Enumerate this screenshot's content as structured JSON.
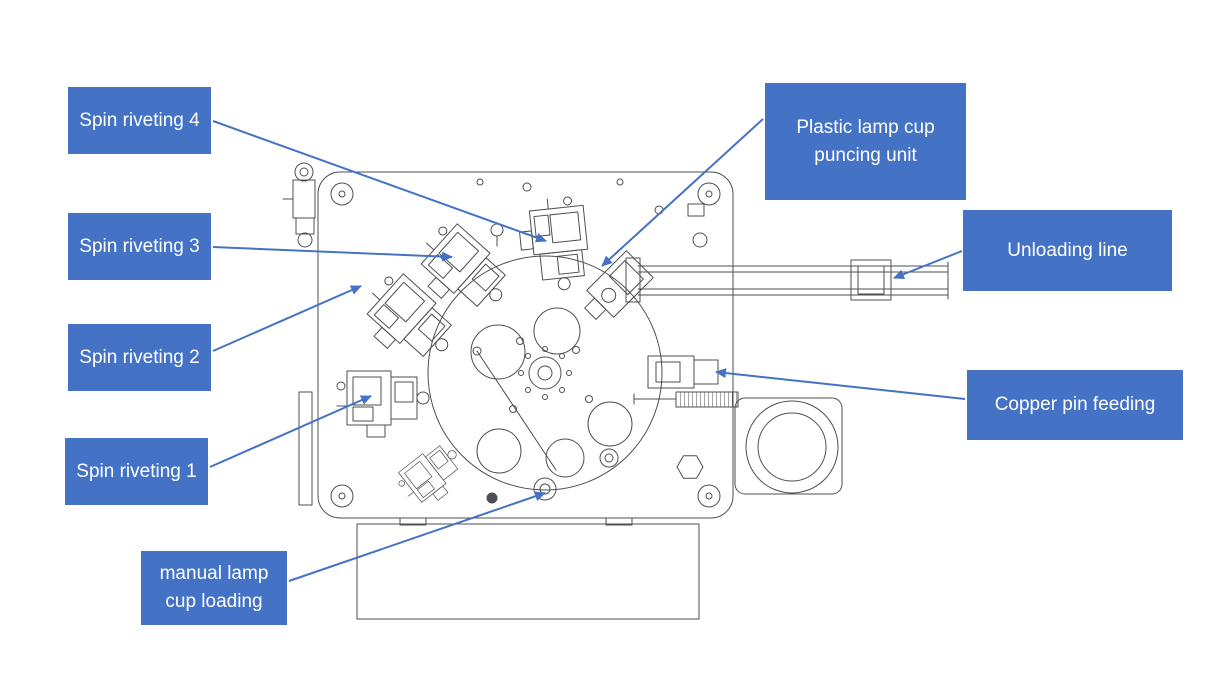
{
  "colors": {
    "label_bg": "#4472c4",
    "label_text": "#ffffff",
    "arrow_color": "#4472c4",
    "drawing_stroke": "#4f4f4f"
  },
  "labels": [
    {
      "id": "spin-riveting-4",
      "text": "Spin riveting 4"
    },
    {
      "id": "spin-riveting-3",
      "text": "Spin riveting 3"
    },
    {
      "id": "spin-riveting-2",
      "text": "Spin riveting 2"
    },
    {
      "id": "spin-riveting-1",
      "text": "Spin riveting 1"
    },
    {
      "id": "manual-lamp-cup-loading",
      "text": "manual lamp cup loading"
    },
    {
      "id": "plastic-lamp-cup-puncing-unit",
      "text": "Plastic lamp cup puncing unit"
    },
    {
      "id": "unloading-line",
      "text": "Unloading line"
    },
    {
      "id": "copper-pin-feeding",
      "text": "Copper pin feeding"
    }
  ]
}
